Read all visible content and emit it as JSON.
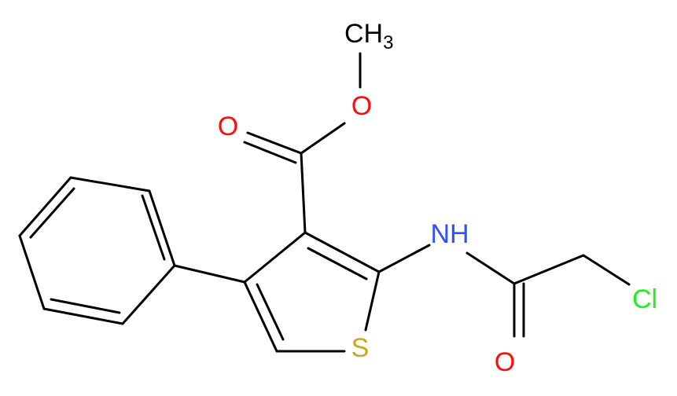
{
  "diagram": {
    "type": "chemical-structure",
    "bond_color": "#000000",
    "atom_labels": {
      "methyl": {
        "text": "CH",
        "subscript": "3",
        "color": "#000000"
      },
      "ester_o": {
        "text": "O",
        "color": "#ff0d0d"
      },
      "carbonyl_o": {
        "text": "O",
        "color": "#ff0d0d"
      },
      "amine_nh": {
        "text": "NH",
        "color": "#3050f8"
      },
      "amide_o": {
        "text": "O",
        "color": "#ff0d0d"
      },
      "chlorine": {
        "text": "Cl",
        "color": "#1ff01f"
      },
      "sulfur": {
        "text": "S",
        "color": "#c8a81e"
      }
    }
  }
}
